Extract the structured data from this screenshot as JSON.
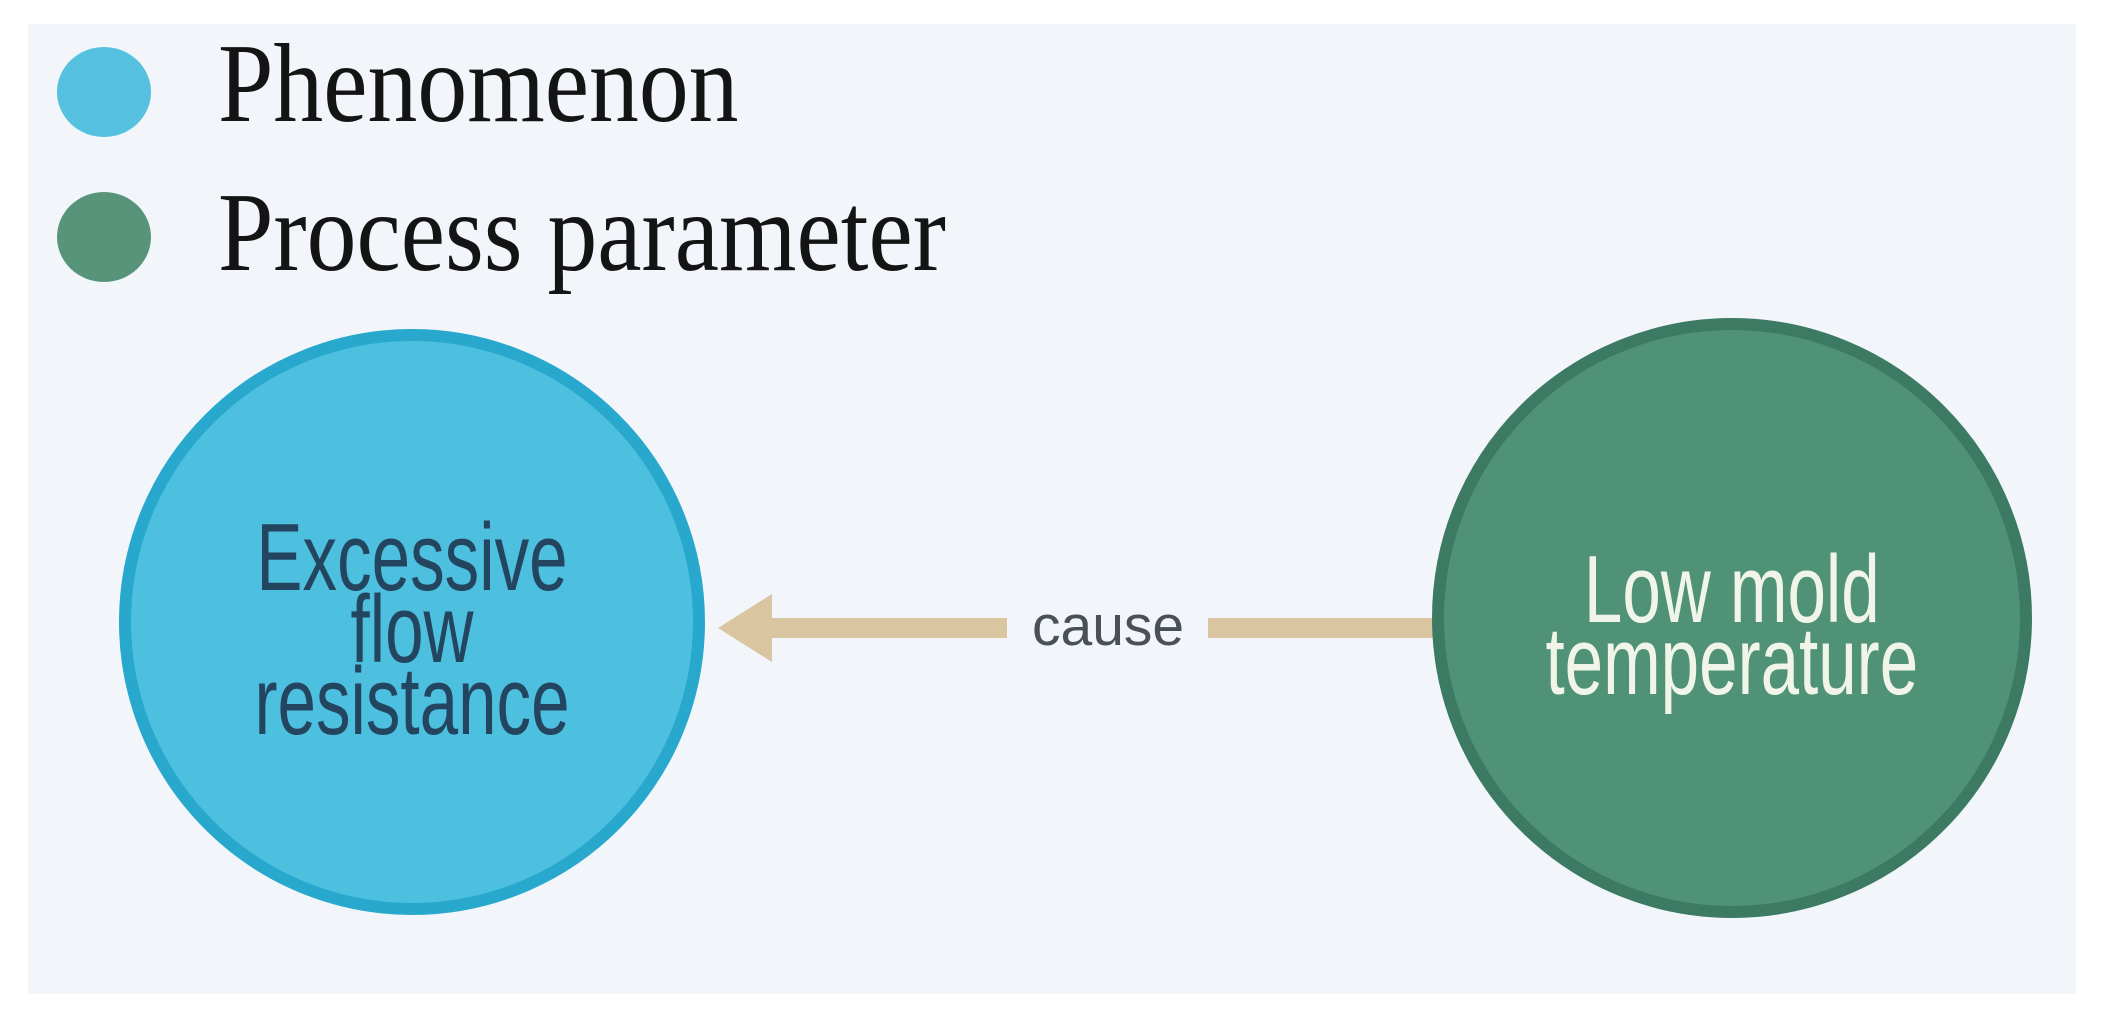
{
  "legend": {
    "items": [
      {
        "label": "Phenomenon",
        "type": "phenomenon",
        "swatch_color": "#55c1df"
      },
      {
        "label": "Process parameter",
        "type": "process-parameter",
        "swatch_color": "#579479"
      }
    ]
  },
  "diagram": {
    "nodes": [
      {
        "id": "excessive-flow-resistance",
        "label": "Excessive flow\nresistance",
        "type": "phenomenon",
        "fill": "#4dbfdf",
        "border": "#29a8cd",
        "text_color": "#24455f"
      },
      {
        "id": "low-mold-temperature",
        "label": "Low mold\ntemperature",
        "type": "process-parameter",
        "fill": "#4f9277",
        "border": "#3c7a63",
        "text_color": "#f1f5e9"
      }
    ],
    "edge": {
      "label": "cause",
      "from": "low-mold-temperature",
      "to": "excessive-flow-resistance",
      "direction": "right-to-left",
      "color": "#d9c6a1"
    }
  },
  "colors": {
    "canvas-bg": "#f2f6fa",
    "phenomenon-fill": "#4dbfdf",
    "phenomenon-border": "#29a8cd",
    "phenomenon-text": "#24455f",
    "parameter-fill": "#4f9277",
    "parameter-border": "#3c7a63",
    "parameter-text": "#f1f5e9",
    "legend-phenomenon-dot": "#55c1df",
    "legend-parameter-dot": "#579479",
    "arrow": "#d9c6a1",
    "edge-label": "#4a5058",
    "legend-text": "#141414"
  }
}
